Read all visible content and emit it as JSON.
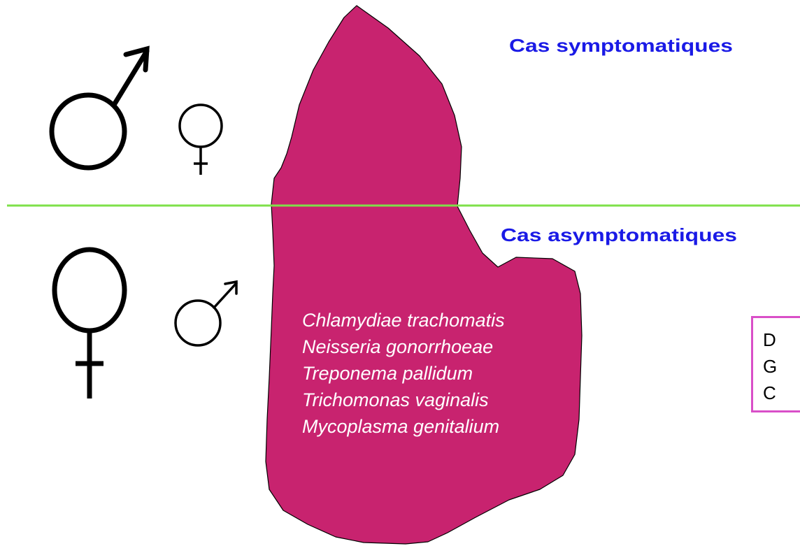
{
  "labels": {
    "symptomatic": "Cas symptomatiques",
    "asymptomatic": "Cas asymptomatiques"
  },
  "species": [
    "Chlamydiae trachomatis",
    "Neisseria gonorrhoeae",
    "Treponema pallidum",
    "Trichomonas vaginalis",
    "Mycoplasma genitalium"
  ],
  "note_box": {
    "lines": [
      "D",
      "G",
      "C"
    ]
  },
  "icons": {
    "top_row": [
      "male-symbol-icon",
      "female-symbol-icon"
    ],
    "bottom_row": [
      "female-symbol-icon",
      "male-symbol-icon"
    ]
  },
  "colors": {
    "iceberg": "#c8236f",
    "waterline": "#7ee04a",
    "label_text": "#1a1ae6",
    "species_text": "#ffffff",
    "box_border": "#d94fc8"
  }
}
